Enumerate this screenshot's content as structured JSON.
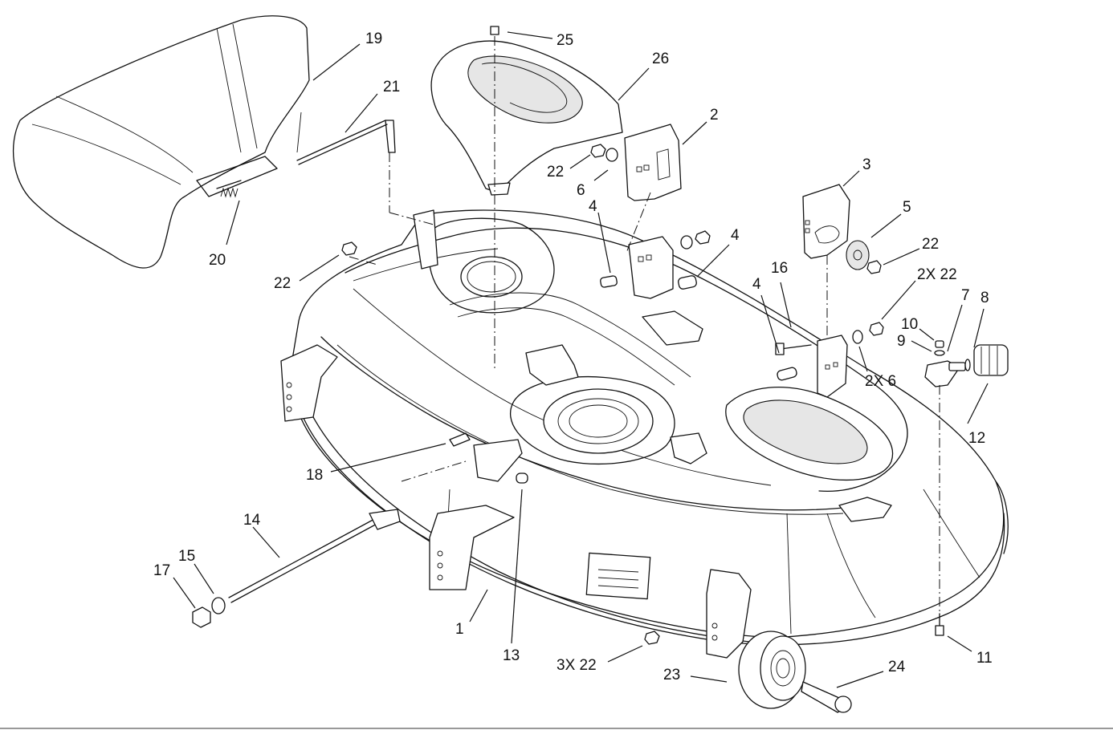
{
  "callouts": [
    {
      "id": "c19",
      "label": "19"
    },
    {
      "id": "c21",
      "label": "21"
    },
    {
      "id": "c20",
      "label": "20"
    },
    {
      "id": "c25",
      "label": "25"
    },
    {
      "id": "c26",
      "label": "26"
    },
    {
      "id": "c2",
      "label": "2"
    },
    {
      "id": "c22a",
      "label": "22"
    },
    {
      "id": "c6",
      "label": "6"
    },
    {
      "id": "c3",
      "label": "3"
    },
    {
      "id": "c5",
      "label": "5"
    },
    {
      "id": "c22b",
      "label": "22"
    },
    {
      "id": "c4a",
      "label": "4"
    },
    {
      "id": "c4b",
      "label": "4"
    },
    {
      "id": "c22c",
      "label": "22"
    },
    {
      "id": "c16",
      "label": "16"
    },
    {
      "id": "c2x22",
      "label": "2X 22"
    },
    {
      "id": "c4c",
      "label": "4"
    },
    {
      "id": "c7",
      "label": "7"
    },
    {
      "id": "c8",
      "label": "8"
    },
    {
      "id": "c10",
      "label": "10"
    },
    {
      "id": "c9",
      "label": "9"
    },
    {
      "id": "c2x6",
      "label": "2X 6"
    },
    {
      "id": "c12",
      "label": "12"
    },
    {
      "id": "c18",
      "label": "18"
    },
    {
      "id": "c14",
      "label": "14"
    },
    {
      "id": "c15",
      "label": "15"
    },
    {
      "id": "c17",
      "label": "17"
    },
    {
      "id": "c1",
      "label": "1"
    },
    {
      "id": "c13",
      "label": "13"
    },
    {
      "id": "c3x22",
      "label": "3X 22"
    },
    {
      "id": "c23",
      "label": "23"
    },
    {
      "id": "c24",
      "label": "24"
    },
    {
      "id": "c11",
      "label": "11"
    }
  ]
}
